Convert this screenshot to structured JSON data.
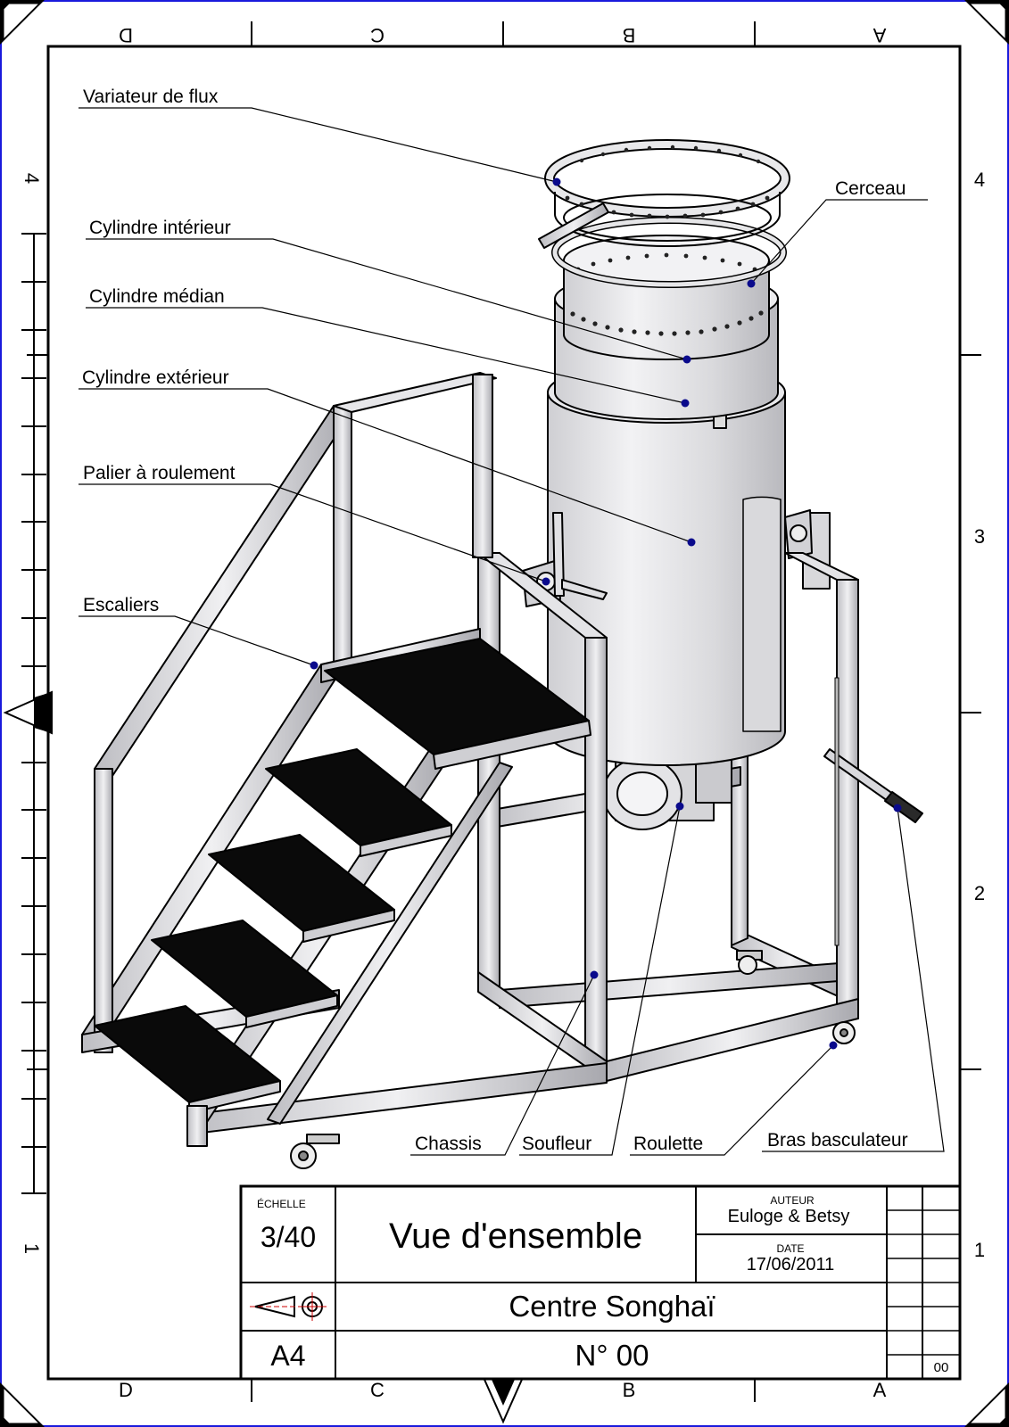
{
  "frame": {
    "zones_top": [
      "D",
      "C",
      "B",
      "A"
    ],
    "zones_bottom": [
      "D",
      "C",
      "B",
      "A"
    ],
    "rows_left": [
      "4",
      "1"
    ],
    "rows_right": [
      "4",
      "3",
      "2",
      "1"
    ]
  },
  "callouts": {
    "variateur": "Variateur de flux",
    "cerceau": "Cerceau",
    "cyl_int": "Cylindre intérieur",
    "cyl_med": "Cylindre médian",
    "cyl_ext": "Cylindre extérieur",
    "palier": "Palier à roulement",
    "escaliers": "Escaliers",
    "chassis": "Chassis",
    "soufleur": "Soufleur",
    "roulette": "Roulette",
    "bras": "Bras basculateur"
  },
  "title_block": {
    "scale_label": "ÉCHELLE",
    "scale_value": "3/40",
    "title": "Vue d'ensemble",
    "author_label": "AUTEUR",
    "author_value": "Euloge & Betsy",
    "date_label": "DATE",
    "date_value": "17/06/2011",
    "organization": "Centre Songhaï",
    "format": "A4",
    "number": "N° 00",
    "revision": "00"
  },
  "colors": {
    "frame_blue": "#1a1adc",
    "marker_dot": "#0a0a8c",
    "metal_light": "#e8e8ea",
    "metal_mid": "#c4c4c8",
    "tread": "#0a0a0a"
  }
}
